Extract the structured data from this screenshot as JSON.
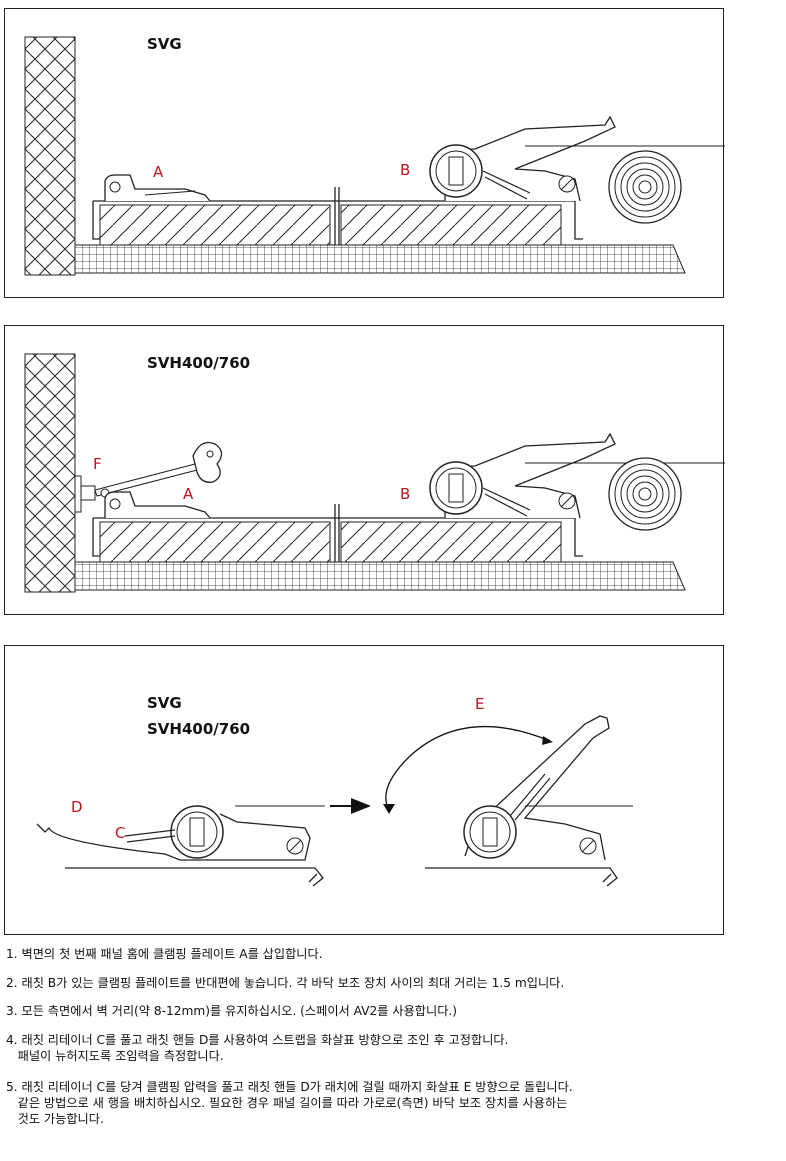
{
  "panels": [
    {
      "title": "SVG",
      "labels": {
        "a": "A",
        "b": "B"
      }
    },
    {
      "title": "SVH400/760",
      "labels": {
        "f": "F",
        "a": "A",
        "b": "B"
      }
    },
    {
      "title_line1": "SVG",
      "title_line2": "SVH400/760",
      "labels": {
        "d": "D",
        "c": "C",
        "e": "E"
      }
    }
  ],
  "colors": {
    "label_red": "#c0141c",
    "line": "#222222"
  },
  "steps": [
    "1. 벽면의 첫 번째 패널 홈에 클램핑 플레이트 A를 삽입합니다.",
    "2. 래칫 B가 있는 클램핑 플레이트를 반대편에 놓습니다. 각 바닥 보조 장치 사이의 최대 거리는 1.5 m입니다.",
    "3. 모든 측면에서 벽 거리(약 8-12mm)를 유지하십시오. (스페이서 AV2를 사용합니다.)",
    "4. 래칫 리테이너 C를 풀고 래칫 핸들 D를 사용하여 스트랩을 화살표 방향으로 조인 후 고정합니다.\n   패널이 뉴허지도록 조임력을 측정합니다.",
    "5. 래칫 리테이너 C를 당겨 클램핑 압력을 풀고 래칫 핸들 D가 래치에 걸릴 때까지 화살표 E 방향으로 돌립니다.\n   같은 방법으로 새 행을 배치하십시오. 필요한 경우 패널 길이를 따라 가로로(측면) 바닥 보조 장치를 사용하는\n   것도 가능합니다."
  ]
}
